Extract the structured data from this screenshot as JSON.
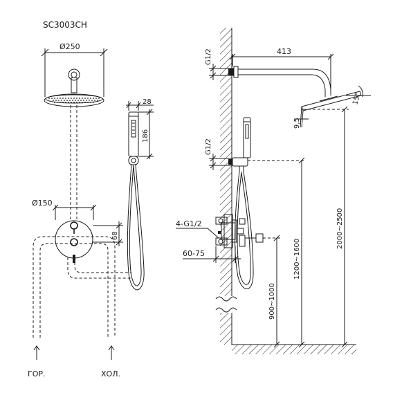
{
  "model": "SC3003CH",
  "front": {
    "head_diameter": "Ø250",
    "mixer_diameter": "Ø150",
    "hand_shower_width": "28",
    "hand_shower_length": "186",
    "mixer_depth": "68"
  },
  "side": {
    "arm_length": "413",
    "arm_inlet": "G1/2",
    "hose_inlet": "G1/2",
    "head_thickness": "9,5",
    "head_tilt": "15°",
    "mixer_connections": "4-G1/2",
    "mixer_depth_range": "60-75",
    "mixer_height": "900~1000",
    "bracket_height": "1200~1600",
    "head_height": "2000~2500"
  },
  "labels": {
    "hot": "ГОР.",
    "cold": "ХОЛ."
  }
}
